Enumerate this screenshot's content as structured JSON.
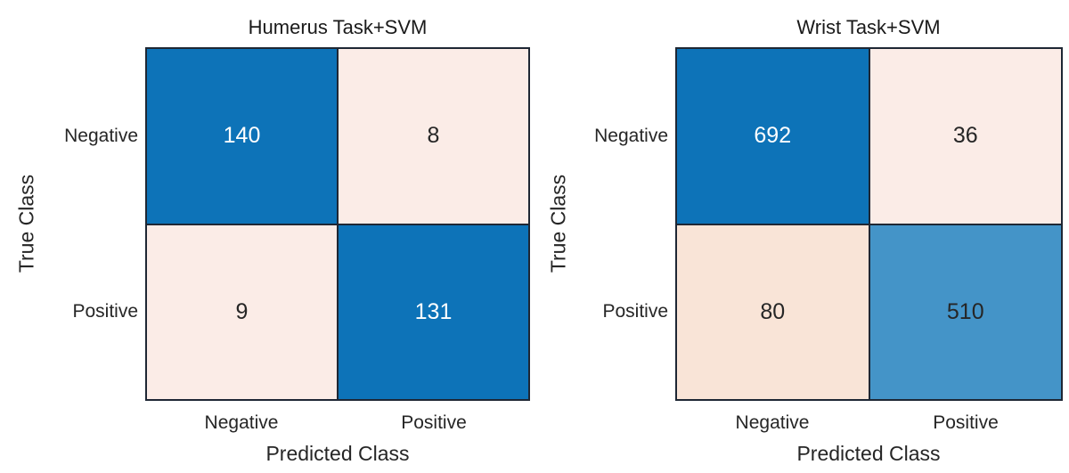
{
  "figure": {
    "background": "#ffffff",
    "grid_line_color": "#1e2734",
    "diagonal_color_dark": "#0d73b8",
    "diagonal_color_medium": "#4494c8",
    "off_diagonal_color_light": "#fbece7",
    "off_diagonal_color_medium": "#f9e4d7",
    "text_dark": "#262626",
    "text_light": "#ffffff"
  },
  "chart_data": [
    {
      "type": "heatmap",
      "subtype": "confusion-matrix",
      "title": "Humerus Task+SVM",
      "xlabel": "Predicted Class",
      "ylabel": "True Class",
      "x_tick_labels": [
        "Negative",
        "Positive"
      ],
      "y_tick_labels": [
        "Negative",
        "Positive"
      ],
      "matrix": [
        [
          140,
          8
        ],
        [
          9,
          131
        ]
      ],
      "cells": [
        {
          "value": "140",
          "bg": "#0d73b8",
          "fg": "#ffffff"
        },
        {
          "value": "8",
          "bg": "#fbece7",
          "fg": "#262626"
        },
        {
          "value": "9",
          "bg": "#fbece7",
          "fg": "#262626"
        },
        {
          "value": "131",
          "bg": "#0d73b8",
          "fg": "#ffffff"
        }
      ]
    },
    {
      "type": "heatmap",
      "subtype": "confusion-matrix",
      "title": "Wrist Task+SVM",
      "xlabel": "Predicted Class",
      "ylabel": "True Class",
      "x_tick_labels": [
        "Negative",
        "Positive"
      ],
      "y_tick_labels": [
        "Negative",
        "Positive"
      ],
      "matrix": [
        [
          692,
          36
        ],
        [
          80,
          510
        ]
      ],
      "cells": [
        {
          "value": "692",
          "bg": "#0d73b8",
          "fg": "#ffffff"
        },
        {
          "value": "36",
          "bg": "#fbece7",
          "fg": "#262626"
        },
        {
          "value": "80",
          "bg": "#f9e4d7",
          "fg": "#262626"
        },
        {
          "value": "510",
          "bg": "#4494c8",
          "fg": "#262626"
        }
      ]
    }
  ]
}
